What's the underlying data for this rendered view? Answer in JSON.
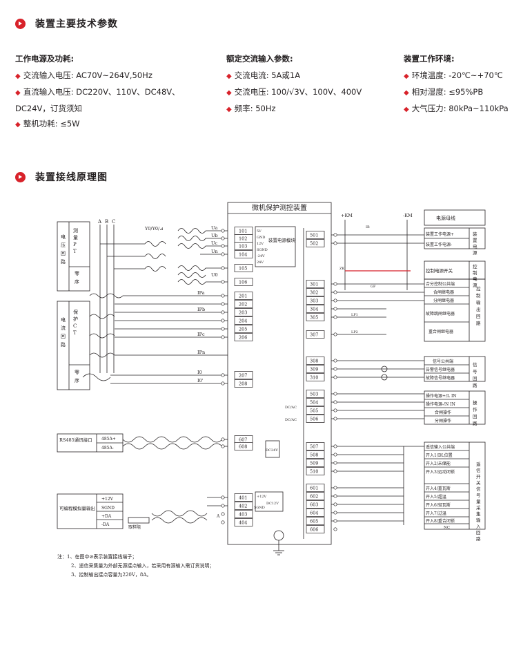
{
  "section1": {
    "title": "装置主要技术参数"
  },
  "power": {
    "title": "工作电源及功耗:",
    "items": [
      "交流输入电压: AC70V~264V,50Hz",
      "直流输入电压: DC220V、110V、DC48V、"
    ],
    "continuation": "DC24V，订货须知",
    "item3": "整机功耗: ≤5W"
  },
  "ac_input": {
    "title": "额定交流输入参数:",
    "items": [
      "交流电流: 5A或1A",
      "交流电压: 100/√3V、100V、400V",
      "频率: 50Hz"
    ]
  },
  "environment": {
    "title": "装置工作环境:",
    "items": [
      "环境温度: -20℃~+70℃",
      "相对湿度: ≤95%PB",
      "大气压力: 80kPa~110kPa"
    ]
  },
  "section2": {
    "title": "装置接线原理图"
  },
  "diagram": {
    "device_title": "微机保护测控装置",
    "phases": [
      "A",
      "B",
      "C"
    ],
    "transformer_label": "Y0/Y0/⊿",
    "left_groups": {
      "voltage_circuit": "电压回路",
      "measure_pt": "测量PT",
      "zero_seq": "零序",
      "current_circuit": "电流回路",
      "protect_ct": "保护CT",
      "zero_seq2": "零序",
      "rs485": "RS485通讯接口",
      "analog_out": "可编程模拟量输出",
      "sampling_resistor": "取样阻"
    },
    "signal_labels": {
      "ua": "Ua",
      "ub": "Ub",
      "uc": "Uc",
      "un": "Un",
      "u0": "U0",
      "ipa": "IPa",
      "ipb": "IPb",
      "ipc": "IPc",
      "ipn": "IPn",
      "i0": "I0",
      "i0p": "I0'",
      "r485a": "485A+",
      "r485b": "485A-",
      "p12v": "+12V",
      "sgnd": "SGND",
      "pda": "+DA",
      "mda": "-DA"
    },
    "terminals_left": [
      "101",
      "102",
      "103",
      "104",
      "105",
      "106",
      "201",
      "202",
      "203",
      "204",
      "205",
      "206",
      "207",
      "208",
      "607",
      "608",
      "401",
      "402",
      "403",
      "404"
    ],
    "terminals_right": [
      "501",
      "502",
      "301",
      "302",
      "303",
      "304",
      "305",
      "307",
      "308",
      "309",
      "310",
      "503",
      "504",
      "505",
      "506",
      "507",
      "508",
      "509",
      "510",
      "601",
      "602",
      "603",
      "604",
      "605",
      "606"
    ],
    "module_label": "装置电源模块",
    "module_pins": [
      "5V",
      "GND",
      "12V",
      "SGND",
      "-24V",
      "24V"
    ],
    "dc24v": "DC24V",
    "dc12v": "DC12V",
    "dcac": "DC/AC",
    "pm12v": "+12V",
    "pm_sgnd": "SGND",
    "km_plus": "+KM",
    "km_minus": "-KM",
    "small_labels": {
      "ib": "IB",
      "zk": "ZK",
      "gf": "GF",
      "lp1": "LP1",
      "lp2": "LP2",
      "a_meter": "A"
    },
    "right_boxes": {
      "title": "电源母线",
      "pwr_rows": [
        "装置工作电源+",
        "装置工作电源-"
      ],
      "pwr_side": "装置电源",
      "ctl_switch": "控制电源开关",
      "ctl_side": "控制电源",
      "ctl_rows": [
        "合分控制公共端",
        "合闸继电器",
        "分闸继电器",
        "故障跳闸继电器",
        "重合闸继电器"
      ],
      "ctl_out_side": "控制输出回路",
      "sig_rows": [
        "信号公共端",
        "告警信号继电器",
        "故障信号继电器"
      ],
      "sig_side": "信号回路",
      "op_rows": [
        "操作电源+/L IN",
        "操作电源-/N IN",
        "合闸操作",
        "分闸操作"
      ],
      "op_side": "操作回路",
      "comm_rows": [
        "遥信输入公共端",
        "开入1/DL位置",
        "开入2/未储能",
        "开入3/远动闭锁",
        "开入4/重瓦斯",
        "开入5/超温",
        "开入6/轻瓦斯",
        "开入7/过温",
        "开入8/重合闭锁",
        "NC"
      ],
      "comm_side": "遥信开关信号量采集输入回路"
    }
  },
  "notes": [
    "注：1、在图中⊘表示装置接线端子；",
    "2、遥信采集量为外部无源接点输入，若采用有源输入需订货说明；",
    "3、控制输出接点容量为220V，8A。"
  ]
}
